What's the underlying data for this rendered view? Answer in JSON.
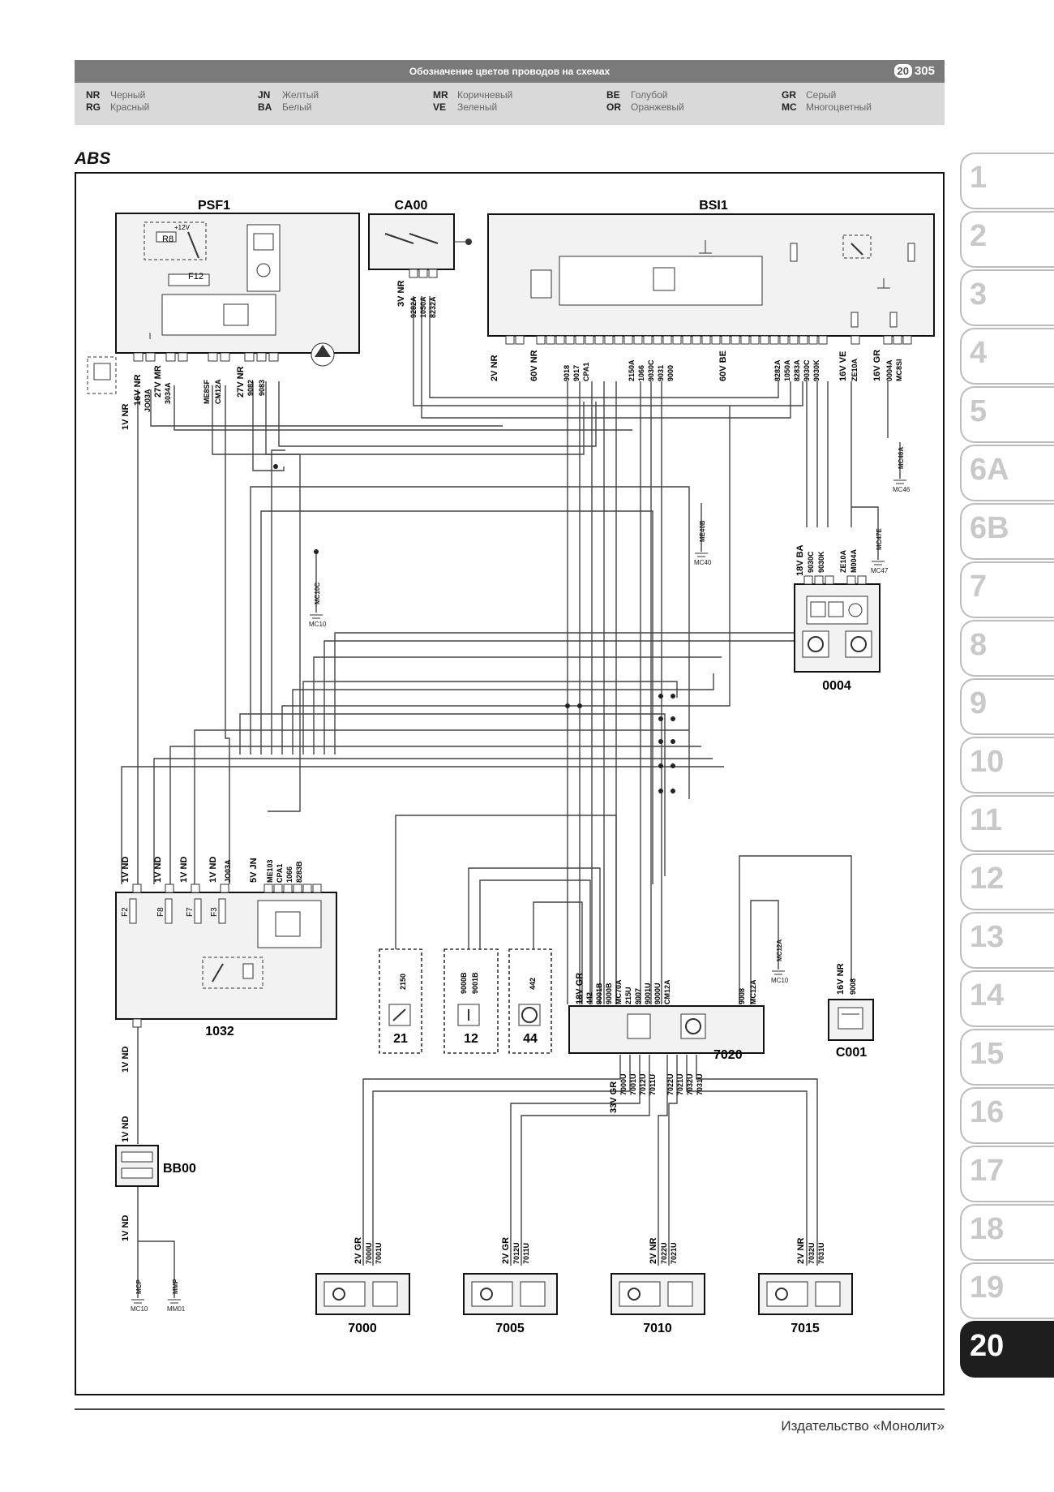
{
  "header": {
    "title": "Обозначение цветов проводов на схемах",
    "chapter": "20",
    "page": "305"
  },
  "legend": [
    {
      "code": "NR",
      "label": "Черный"
    },
    {
      "code": "RG",
      "label": "Красный"
    },
    {
      "code": "JN",
      "label": "Желтый"
    },
    {
      "code": "BA",
      "label": "Белый"
    },
    {
      "code": "MR",
      "label": "Коричневый"
    },
    {
      "code": "VE",
      "label": "Зеленый"
    },
    {
      "code": "BE",
      "label": "Голубой"
    },
    {
      "code": "OR",
      "label": "Оранжевый"
    },
    {
      "code": "GR",
      "label": "Серый"
    },
    {
      "code": "MC",
      "label": "Многоцветный"
    }
  ],
  "section_title": "ABS",
  "components": {
    "psf1": "PSF1",
    "ca00": "CA00",
    "bsi1": "BSI1",
    "c0004": "0004",
    "c1032": "1032",
    "bb00": "BB00",
    "c7020": "7020",
    "c001": "C001",
    "c7000": "7000",
    "c7005": "7005",
    "c7010": "7010",
    "c7015": "7015",
    "c21": "21",
    "c12": "12",
    "c44": "44"
  },
  "internal_labels": {
    "r8": "R8",
    "f12": "F12",
    "f2": "F2",
    "f8": "F8",
    "f7": "F7",
    "f3": "F3",
    "plus12": "+12V"
  },
  "connectors": {
    "psf1_a": "1V NR",
    "psf1_b": "16V NR",
    "psf1_c": "27V MR",
    "psf1_d": "27V NR",
    "ca00": "3V NR",
    "bsi1_a": "2V NR",
    "bsi1_b": "60V NR",
    "bsi1_c": "60V BE",
    "bsi1_d": "16V VE",
    "bsi1_e": "16V GR",
    "c0004": "18V BA",
    "c1032_1": "1V ND",
    "c1032_2": "1V ND",
    "c1032_3": "1V ND",
    "c1032_4": "1V ND",
    "c1032_5": "5V JN",
    "c1032_bot": "1V ND",
    "bb00_top": "1V ND",
    "bb00_bot": "1V ND",
    "c7020_top": "18V GR",
    "c7020_bot": "33V GR",
    "c001": "16V NR",
    "c7000": "2V GR",
    "c7005": "2V GR",
    "c7010": "2V NR",
    "c7015": "2V NR"
  },
  "wires": {
    "psf1": [
      "JO03A",
      "3034A",
      "ME8SF",
      "CM12A",
      "9082",
      "9083"
    ],
    "ca00": [
      "9282A",
      "1050A",
      "8232A"
    ],
    "bsi1_a": [
      "9018",
      "9017",
      "CPA1"
    ],
    "bsi1_b": [
      "2150A",
      "1066",
      "9030C",
      "9031",
      "9000"
    ],
    "bsi1_c": [
      "8282A",
      "1050A",
      "8283A",
      "9030C",
      "9030K"
    ],
    "bsi1_d": [
      "ZE10A"
    ],
    "bsi1_e": [
      "0004A",
      "MC8SI"
    ],
    "c0004": [
      "9030C",
      "9030K",
      "ZE10A",
      "M004A"
    ],
    "c1032_top": [
      "ME103",
      "CPA1",
      "1066",
      "8283B"
    ],
    "c1032_side": [
      "JO03A"
    ],
    "c7020_top": [
      "442",
      "9001B",
      "9000B",
      "MC70A",
      "215U",
      "9007",
      "9001U",
      "9000U",
      "CM12A"
    ],
    "c7020_right": [
      "9008",
      "MC12A"
    ],
    "c7020_bot": [
      "7000U",
      "7001U",
      "7012U",
      "7011U",
      "7022U",
      "7021U",
      "7032U",
      "7031U"
    ],
    "c001": [
      "9008"
    ],
    "c21": [
      "2150"
    ],
    "c12": [
      "9000B",
      "9001B"
    ],
    "c44": [
      "442"
    ],
    "c7000": [
      "7000U",
      "7001U"
    ],
    "c7005": [
      "7012U",
      "7011U"
    ],
    "c7010": [
      "7022U",
      "7021U"
    ],
    "c7015": [
      "7032U",
      "7031U"
    ]
  },
  "grounds": {
    "mc10a": "MC10C",
    "mc10a_b": "MC10",
    "mc40": "ME40B",
    "mc40_b": "MC40",
    "mc46": "MC46A",
    "mc46_b": "MC46",
    "mc47": "MC47E",
    "mc47_b": "MC47",
    "mc12": "MC12A",
    "mc12_b": "MC10",
    "mcp": "MCP",
    "mcp_b": "MC10",
    "mmp": "MMP",
    "mmp_b": "MM01"
  },
  "tabs": [
    "1",
    "2",
    "3",
    "4",
    "5",
    "6A",
    "6B",
    "7",
    "8",
    "9",
    "10",
    "11",
    "12",
    "13",
    "14",
    "15",
    "16",
    "17",
    "18",
    "19",
    "20"
  ],
  "active_tab": "20",
  "publisher": "Издательство «Монолит»"
}
